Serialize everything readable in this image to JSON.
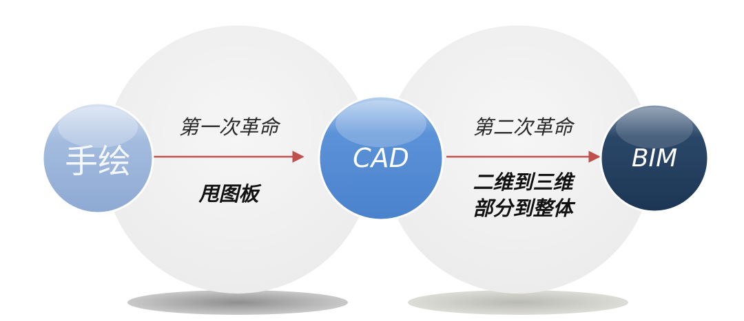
{
  "nodes": {
    "hand": {
      "label": "手绘",
      "color": "#9bb4d8"
    },
    "cad": {
      "label": "CAD",
      "color": "#4f86d1"
    },
    "bim": {
      "label": "BIM",
      "color": "#1e3a5c"
    }
  },
  "revolutions": [
    {
      "title": "第一次革命",
      "lines": [
        "甩图板"
      ]
    },
    {
      "title": "第二次革命",
      "lines": [
        "二维到三维",
        "部分到整体"
      ]
    }
  ],
  "arrow_color": "#c0504d",
  "background_circle_color": "#f2f2f2"
}
